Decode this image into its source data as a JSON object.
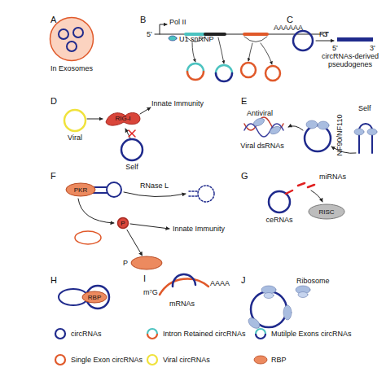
{
  "diagram": {
    "nodes": [
      {
        "text": [
          "In Exosomes"
        ]
      },
      {
        "text": [
          "RIG-I"
        ]
      },
      {
        "text": [
          "PKR"
        ]
      },
      {
        "text": [
          "P"
        ]
      },
      {
        "text": [
          "P"
        ]
      },
      {
        "text": [
          "RISC"
        ]
      },
      {
        "text": [
          "RBP"
        ]
      }
    ],
    "edges": [
      {
        "from": 3,
        "to": 4,
        "arrow": "to"
      }
    ],
    "labels": [
      "A",
      "B",
      "5'",
      "Pol II",
      "AAAAAA",
      "U1 snRNP",
      "3'",
      "C",
      "RT",
      "5'",
      "3'",
      "circRNAs-derived pseudogenes",
      "D",
      "Viral",
      "Innate Immunity",
      "Self",
      "E",
      "Antiviral",
      "Viral dsRNAs",
      "NF90/NF110",
      "Self",
      "F",
      "RNase L",
      "Innate Immunity",
      "G",
      "miRNAs",
      "ceRNAs",
      "H",
      "I",
      "m⁷G",
      "AAAA",
      "mRNAs",
      "J",
      "Ribosome"
    ],
    "legend": [
      {
        "text": "circRNAs"
      },
      {
        "text": "Intron Retained circRNAs"
      },
      {
        "text": "Mutilple Exons circRNAs"
      },
      {
        "text": "Single Exon circRNAs"
      },
      {
        "text": "Viral circRNAs"
      },
      {
        "text": "RBP"
      }
    ]
  }
}
